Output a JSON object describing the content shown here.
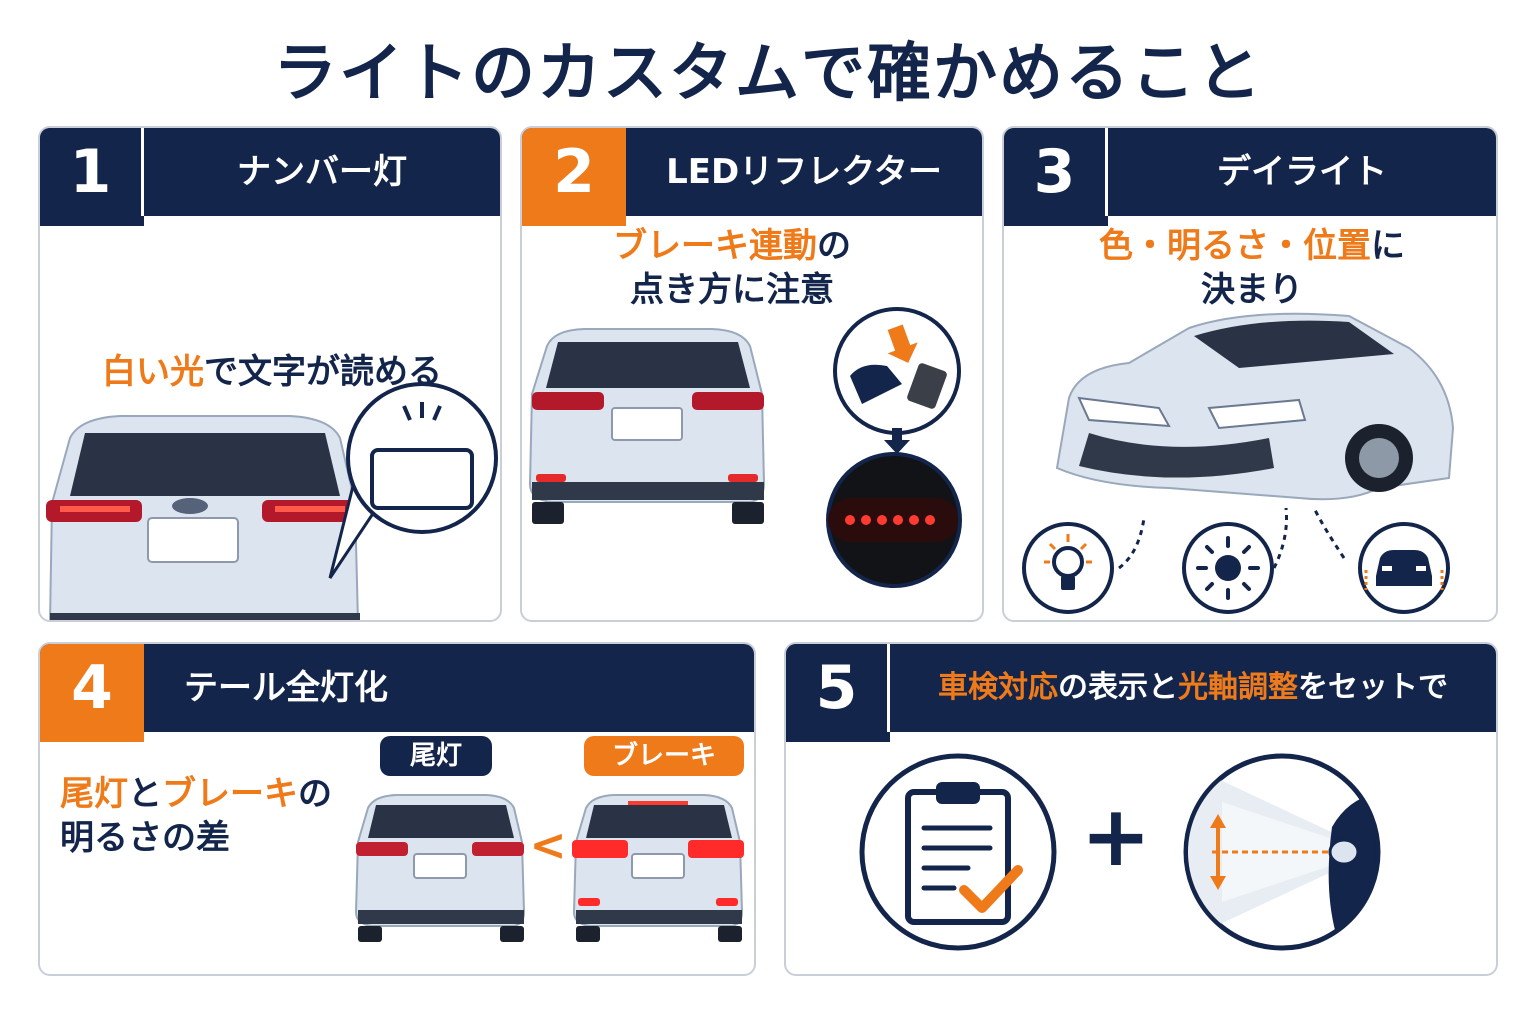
{
  "title": "ライトのカスタムで確かめること",
  "cards": [
    {
      "number": "1",
      "heading": "ナンバー灯",
      "lead_orange": "白い光",
      "lead_navy": "で文字が読める"
    },
    {
      "number": "2",
      "heading": "LEDリフレクター",
      "lead_orange": "ブレーキ連動",
      "lead_navy": "の",
      "lead_line2": "点き方に注意"
    },
    {
      "number": "3",
      "heading": "デイライト",
      "lead_orange": "色・明るさ・位置",
      "lead_navy": "に",
      "lead_line2": "決まり"
    },
    {
      "number": "4",
      "heading": "テール全灯化",
      "lead_orange_1": "尾灯",
      "lead_navy_1": "と",
      "lead_orange_2": "ブレーキ",
      "lead_navy_2": "の",
      "lead_line2": "明るさの差",
      "pill_tail": "尾灯",
      "pill_brake": "ブレーキ",
      "compare_symbol": "<"
    },
    {
      "number": "5",
      "heading_orange_1": "車検対応",
      "heading_white_1": "の表示と",
      "heading_orange_2": "光軸調整",
      "heading_white_2": "をセットで",
      "plus_symbol": "+"
    }
  ],
  "icons": {
    "card1": [
      "car-rear-icon",
      "license-plate-icon"
    ],
    "card2": [
      "car-rear-icon",
      "brake-pedal-icon",
      "led-reflector-icon"
    ],
    "card3": [
      "car-front-icon",
      "light-bulb-icon",
      "sun-icon",
      "car-position-icon"
    ],
    "card4": [
      "car-rear-icon",
      "car-rear-brake-icon"
    ],
    "card5": [
      "clipboard-check-icon",
      "headlight-beam-icon"
    ]
  },
  "colors": {
    "navy": "#13254a",
    "orange": "#ee7a1a",
    "red_light": "#d8232a",
    "car_body": "#dbe4ef"
  }
}
